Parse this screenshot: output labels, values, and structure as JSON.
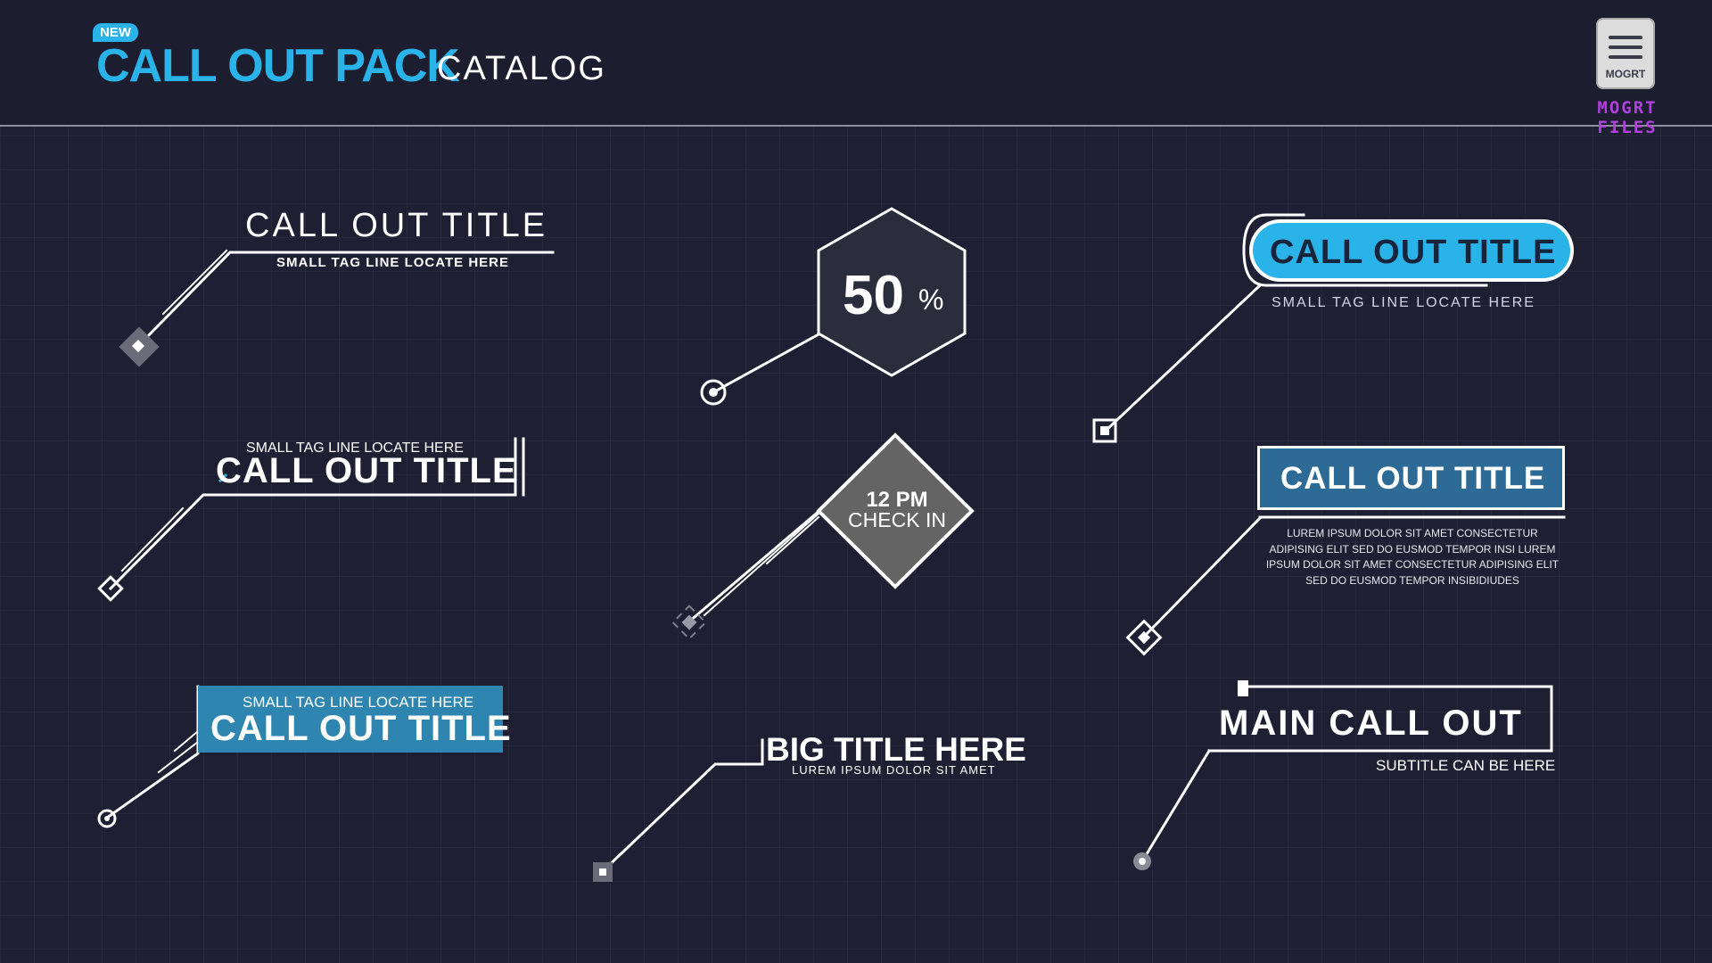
{
  "header": {
    "badge": "NEW",
    "brand": "CALL OUT PACK",
    "brand_suffix": "CATALOG",
    "mogrt_icon_label": "MOGRT",
    "mogrt_caption": "MOGRT FILES"
  },
  "callouts": {
    "outline_title": {
      "title": "CALL OUT TITLE",
      "tagline": "SMALL TAG LINE LOCATE HERE"
    },
    "bracket_title": {
      "tagline": "SMALL TAG LINE LOCATE HERE",
      "title": "CALL OUT TITLE"
    },
    "box_title": {
      "tagline": "SMALL TAG LINE LOCATE HERE",
      "title": "CALL OUT TITLE"
    },
    "hexagon": {
      "value": "50",
      "unit": "%"
    },
    "diamond": {
      "line1": "12 PM",
      "line2": "CHECK IN"
    },
    "big_title": {
      "title": "BIG TITLE HERE",
      "subtitle": "LUREM IPSUM  DOLOR SIT AMET"
    },
    "pill_title": {
      "title": "CALL OUT TITLE",
      "tagline": "SMALL TAG LINE LOCATE HERE"
    },
    "boxed_paragraph": {
      "title": "CALL OUT TITLE",
      "body": "LUREM IPSUM  DOLOR SIT AMET CONSECTETUR ADIPISING ELIT SED DO EUSMOD TEMPOR INSI LUREM IPSUM  DOLOR SIT AMET CONSECTETUR ADIPISING ELIT SED DO EUSMOD TEMPOR INSIBIDIUDES"
    },
    "main_callout": {
      "title": "MAIN CALL OUT",
      "subtitle": "SUBTITLE CAN BE HERE"
    }
  },
  "colors": {
    "background": "#1f1f33",
    "accent_blue": "#2ab3e8",
    "box_blue": "#2e86b0",
    "boxed_blue": "#2e6a96",
    "mogrt_purple": "#b040e0",
    "diamond_fill": "#646464",
    "hexagon_fill": "#2a2e3c"
  }
}
